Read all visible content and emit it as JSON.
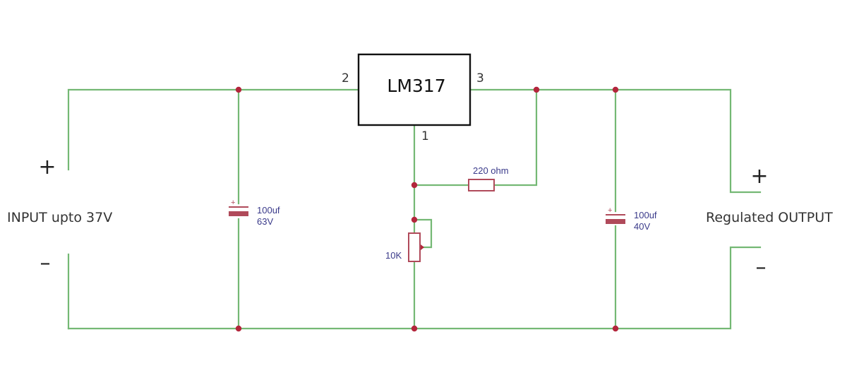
{
  "ic": {
    "name": "LM317",
    "pin_adj": "1",
    "pin_in": "2",
    "pin_out": "3"
  },
  "input": {
    "label": "INPUT upto 37V",
    "plus": "+",
    "minus": "–"
  },
  "output": {
    "label": "Regulated OUTPUT",
    "plus": "+",
    "minus": "–"
  },
  "capacitor_in": {
    "value": "100uf",
    "voltage": "63V",
    "polarity": "+"
  },
  "capacitor_out": {
    "value": "100uf",
    "voltage": "40V",
    "polarity": "+"
  },
  "resistor": {
    "value": "220 ohm"
  },
  "potentiometer": {
    "value": "10K"
  },
  "colors": {
    "wire": "#74b874",
    "node": "#b3263c",
    "component": "#b04a5a",
    "value_text": "#3a3a8a"
  }
}
